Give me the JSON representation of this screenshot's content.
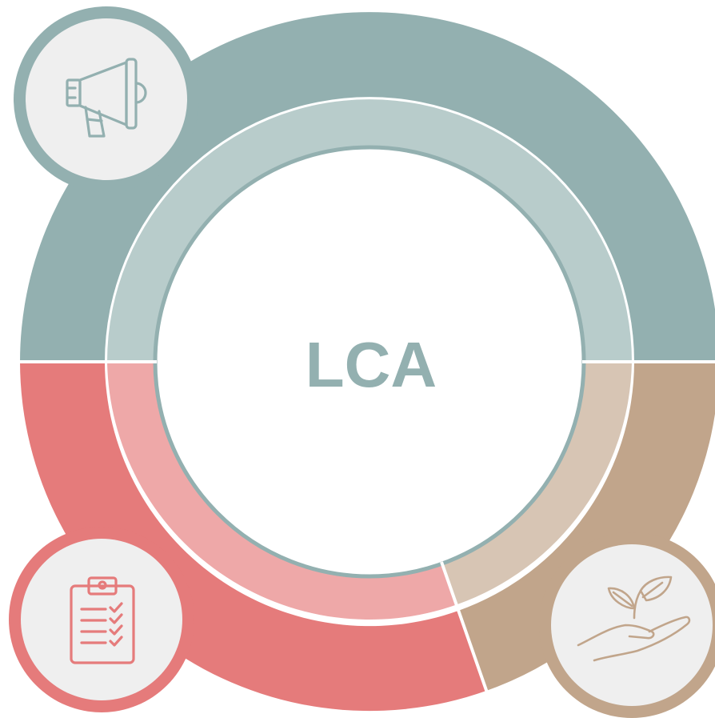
{
  "center_label": "LCA",
  "colors": {
    "teal_outer": "#93b0b0",
    "teal_inner": "#b8cccb",
    "red_outer": "#e57b7b",
    "red_inner": "#eea8a8",
    "tan_outer": "#c1a58b",
    "tan_inner": "#d7c5b4",
    "badge_fill": "#efefef",
    "label": "#93b0b0"
  },
  "segments": [
    {
      "name": "teal-segment",
      "color_key": "teal"
    },
    {
      "name": "red-segment",
      "color_key": "red"
    },
    {
      "name": "tan-segment",
      "color_key": "tan"
    }
  ],
  "badges": [
    {
      "name": "megaphone-icon",
      "ring": "teal_outer"
    },
    {
      "name": "clipboard-checklist-icon",
      "ring": "red_outer"
    },
    {
      "name": "hand-plant-icon",
      "ring": "tan_outer"
    }
  ]
}
